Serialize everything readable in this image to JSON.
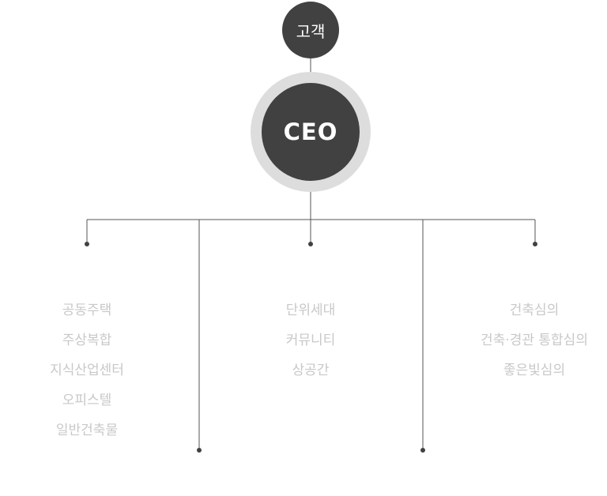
{
  "nodes": {
    "customer": "고객",
    "ceo": "CEO"
  },
  "columns": [
    {
      "items": [
        "공동주택",
        "주상복합",
        "지식산업센터",
        "오피스텔",
        "일반건축물"
      ]
    },
    {
      "items": [
        "단위세대",
        "커뮤니티",
        "상공간"
      ]
    },
    {
      "items": [
        "건축심의",
        "건축·경관 통합심의",
        "좋은빛심의"
      ]
    }
  ],
  "colors": {
    "node_fill": "#414141",
    "ring_fill": "#dddddd",
    "line": "#555555",
    "item_text": "#c8c8c8"
  }
}
